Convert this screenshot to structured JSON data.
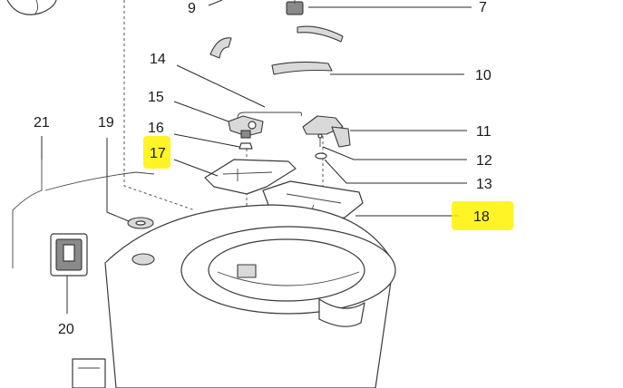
{
  "callouts": {
    "c7": "7",
    "c9": "9",
    "c10": "10",
    "c11": "11",
    "c12": "12",
    "c13": "13",
    "c14": "14",
    "c15": "15",
    "c16": "16",
    "c17": "17",
    "c18": "18",
    "c19": "19",
    "c20": "20",
    "c21": "21"
  },
  "highlight_color": "#fff200",
  "highlighted": [
    "17",
    "18"
  ]
}
